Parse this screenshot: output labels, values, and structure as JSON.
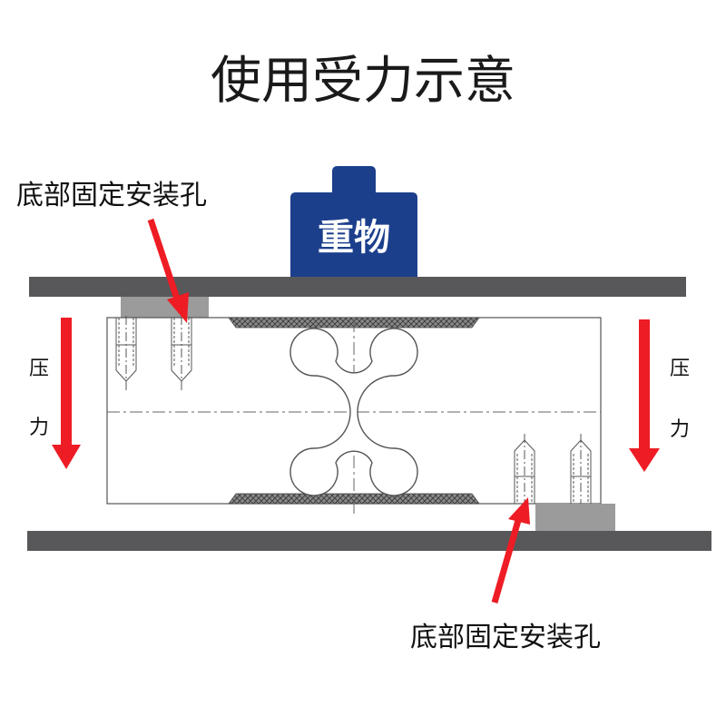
{
  "title": "使用受力示意",
  "weight_label": "重物",
  "hole_label_top": "底部固定安装孔",
  "hole_label_bottom": "底部固定安装孔",
  "force_left": [
    "压",
    "力"
  ],
  "force_right": [
    "压",
    "力"
  ],
  "colors": {
    "plate": "#58585a",
    "weight": "#1c3f8c",
    "arrow": "#ee1c24",
    "spacer": "#9b9b9b",
    "cell_outline": "#555555",
    "hatch": "#6b6b6b"
  }
}
